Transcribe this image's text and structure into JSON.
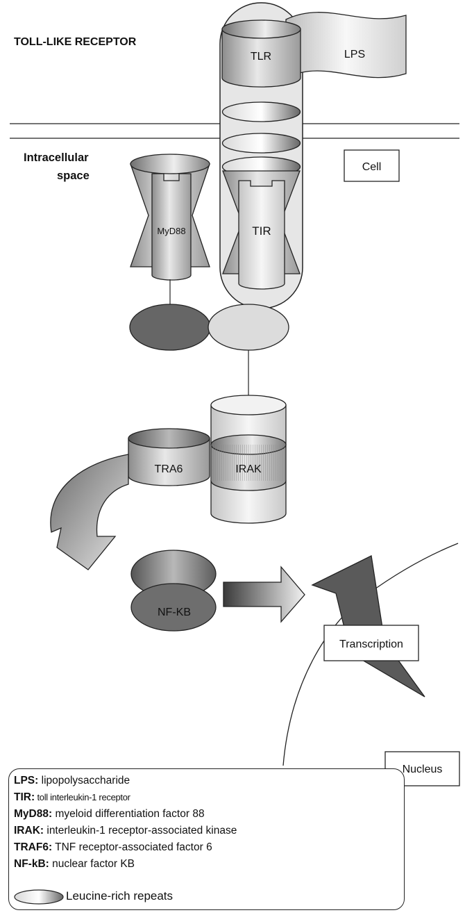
{
  "headings": {
    "title": "TOLL-LIKE RECEPTOR",
    "intracellular": [
      "Intracellular",
      "space"
    ]
  },
  "boxes": {
    "cell": "Cell",
    "transcription": "Transcription",
    "nucleus": "Nucleus"
  },
  "molecules": {
    "tlr": "TLR",
    "lps": "LPS",
    "tir": "TIR",
    "myd88": "MyD88",
    "traf6": "TRA6",
    "irak": "IRAK",
    "nfkb": "NF-KB"
  },
  "legend": {
    "items": [
      {
        "term": "LPS:",
        "desc": " lipopolysaccharide"
      },
      {
        "term": "TIR:",
        "desc": " toll interleukin-1 receptor"
      },
      {
        "term": "MyD88:",
        "desc": " myeloid differentiation factor 88"
      },
      {
        "term": "IRAK:",
        "desc": " interleukin-1 receptor-associated kinase"
      },
      {
        "term": "TRAF6:",
        "desc": " TNF receptor-associated factor 6"
      },
      {
        "term": "NF-kB:",
        "desc": " nuclear factor KB"
      }
    ],
    "lrr_label": "Leucine-rich repeats"
  },
  "colors": {
    "dark_gray": "#5a5a5a",
    "light_gray": "#dcdcdc",
    "outline": "#222222"
  }
}
